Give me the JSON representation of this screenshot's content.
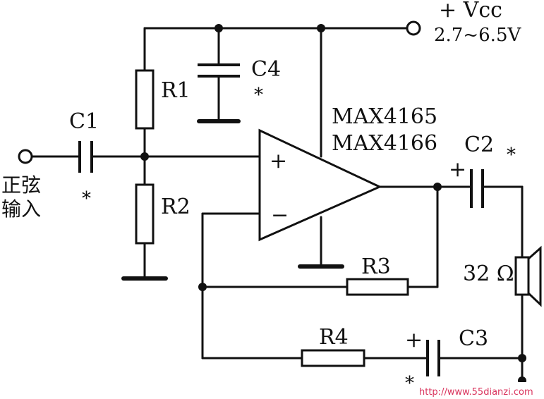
{
  "supply": {
    "label": "+ Vcc",
    "range": "2.7~6.5V"
  },
  "ic": {
    "name1": "MAX4165",
    "name2": "MAX4166",
    "plus": "+",
    "minus": "−"
  },
  "input": {
    "line1": "正弦",
    "line2": "输入"
  },
  "components": {
    "c1": "C1",
    "c2": "C2",
    "c3": "C3",
    "c4": "C4",
    "r1": "R1",
    "r2": "R2",
    "r3": "R3",
    "r4": "R4",
    "speaker": "32 Ω"
  },
  "marks": {
    "c1_star": "*",
    "c2_star": "*",
    "c3_star": "*",
    "c4_star": "*",
    "c2_pol": "+",
    "c3_pol": "+"
  },
  "watermark": "http://www.55dianzi.com"
}
